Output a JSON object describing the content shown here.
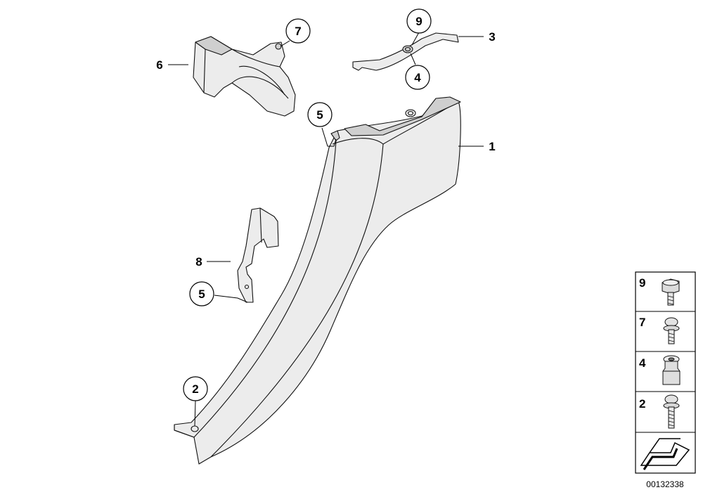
{
  "callouts": {
    "c1": "1",
    "c2": "2",
    "c3": "3",
    "c4": "4",
    "c5a": "5",
    "c5b": "5",
    "c6": "6",
    "c7": "7",
    "c8": "8",
    "c9": "9"
  },
  "legend": {
    "items": [
      {
        "label": "9",
        "icon": "cap-bolt-icon"
      },
      {
        "label": "7",
        "icon": "flange-screw-icon"
      },
      {
        "label": "4",
        "icon": "expanding-nut-icon"
      },
      {
        "label": "2",
        "icon": "long-screw-icon"
      }
    ],
    "arrow_icon": "direction-arrow-icon"
  },
  "doc_number": "00132338"
}
